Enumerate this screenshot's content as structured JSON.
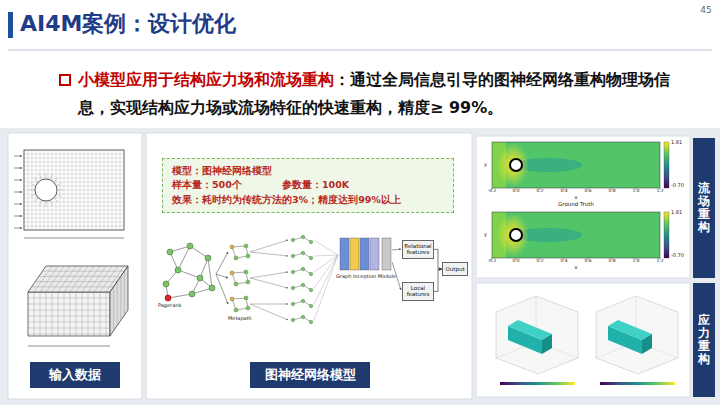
{
  "diagram": {
    "title": "AI4M案例：设计优化",
    "nodes": [
      {
        "text": [
          "小模型应用于结构应力场和流场重构",
          "：通过全局信息引导的图神经网络重构物理场信息，实现结构应力场或流场特征的快速重构，精度≥ 99%。"
        ]
      },
      {
        "text": [
          "输入数据"
        ]
      },
      {
        "text": [
          "图神经网络模型"
        ]
      },
      {
        "text": [
          "模型：图神经网络模型",
          "样本量：500个",
          "参数量：100K",
          "效果：耗时约为传统方法的3%；精度达到99%以上"
        ]
      },
      {
        "text": [
          "流场重构"
        ]
      },
      {
        "text": [
          "应力重构"
        ]
      },
      {
        "text": [
          "Relational features"
        ]
      },
      {
        "text": [
          "Local features"
        ]
      },
      {
        "text": [
          "Output"
        ]
      }
    ],
    "edges": [
      {
        "from": 6,
        "to": 8,
        "arrow": "to"
      },
      {
        "from": 7,
        "to": 8,
        "arrow": "to"
      }
    ],
    "labels": [
      "45",
      "Pagerank",
      "Metapath",
      "Graph Inception Module",
      "Ground Truth",
      "1.81",
      "-0.70",
      "1.81",
      "-0.70",
      "-0.2",
      "0.0",
      "0.2",
      "0.4",
      "0.6",
      "0.8",
      "1.0",
      "1.2",
      "-0.2",
      "0.0",
      "0.2",
      "0.4",
      "0.6",
      "0.8",
      "1.0",
      "1.2",
      "x",
      "x",
      "y",
      "y"
    ]
  }
}
